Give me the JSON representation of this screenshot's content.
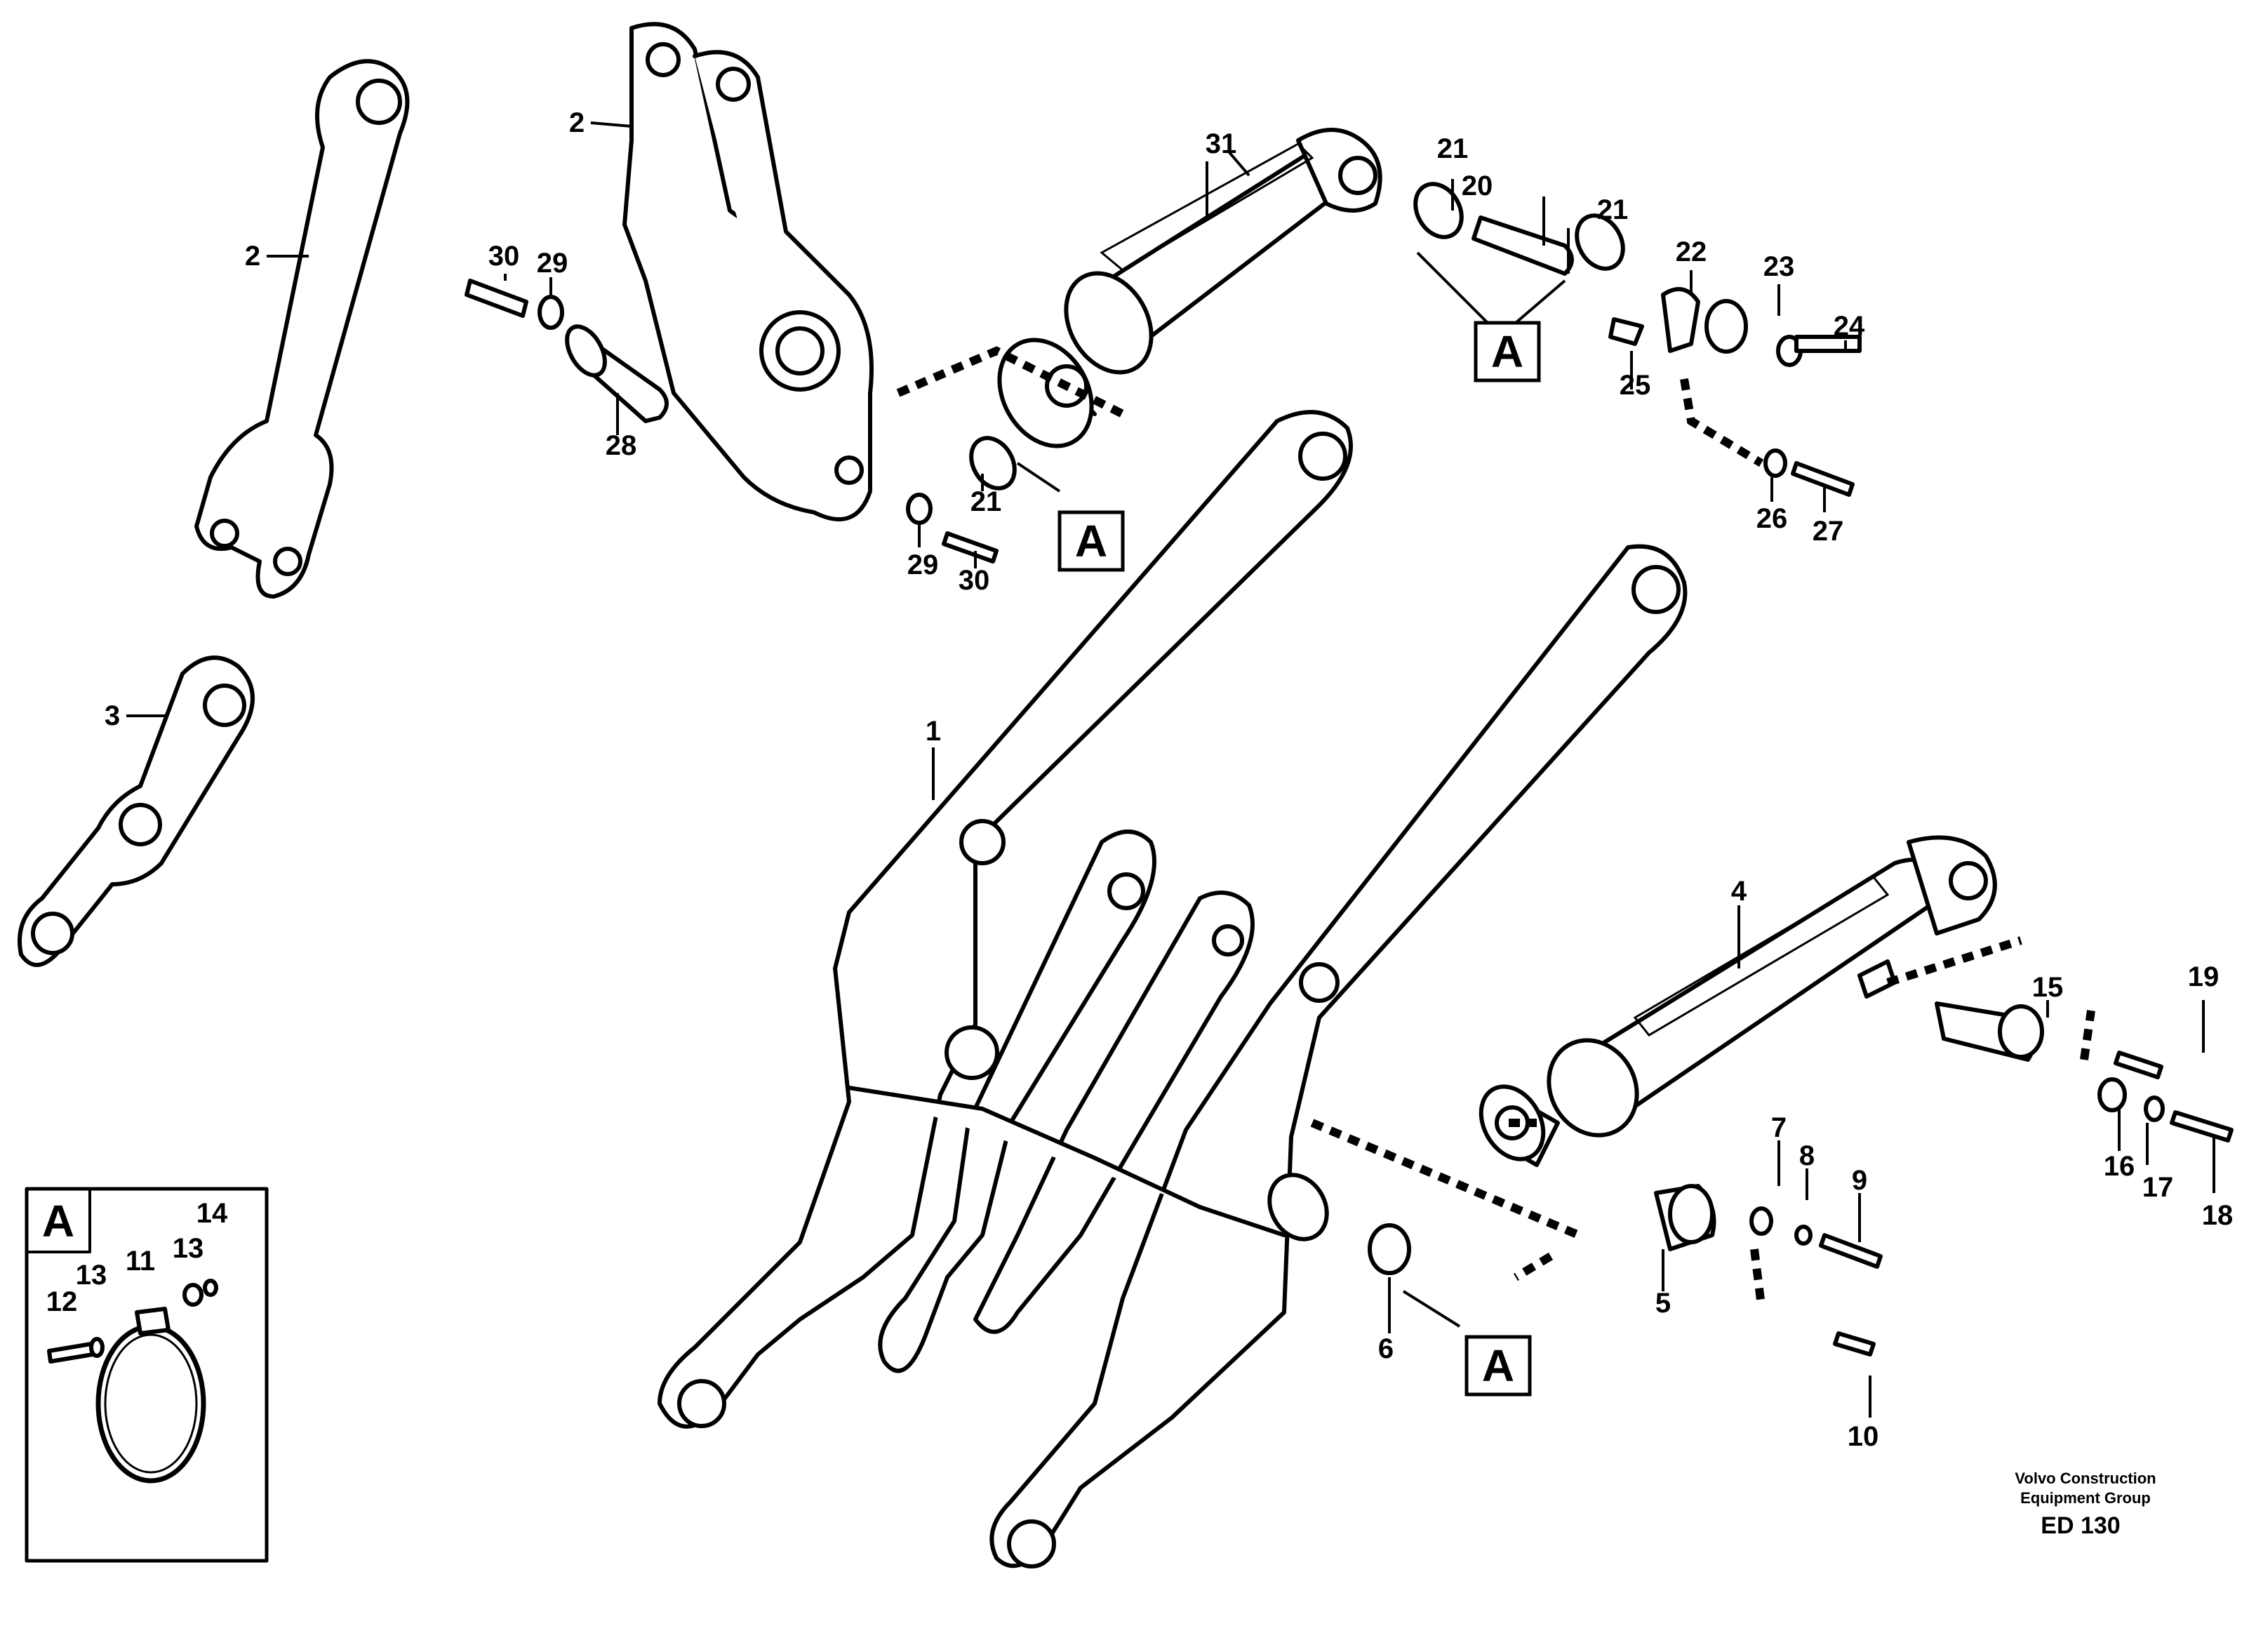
{
  "callouts": {
    "p1": "1",
    "p2a": "2",
    "p2b": "2",
    "p3": "3",
    "p4": "4",
    "p5": "5",
    "p6": "6",
    "p7": "7",
    "p8": "8",
    "p9": "9",
    "p10": "10",
    "p11": "11",
    "p12": "12",
    "p13a": "13",
    "p13b": "13",
    "p14": "14",
    "p15": "15",
    "p16": "16",
    "p17": "17",
    "p18": "18",
    "p19": "19",
    "p20": "20",
    "p21a": "21",
    "p21b": "21",
    "p21c": "21",
    "p22": "22",
    "p23": "23",
    "p24": "24",
    "p25": "25",
    "p26": "26",
    "p27": "27",
    "p28": "28",
    "p29a": "29",
    "p29b": "29",
    "p30a": "30",
    "p30b": "30",
    "p31": "31"
  },
  "detail_refs": {
    "ref1": "A",
    "ref2": "A",
    "ref3": "A",
    "detail_box": "A"
  },
  "credit": {
    "line1": "Volvo Construction",
    "line2": "Equipment Group",
    "code": "ED 130"
  }
}
